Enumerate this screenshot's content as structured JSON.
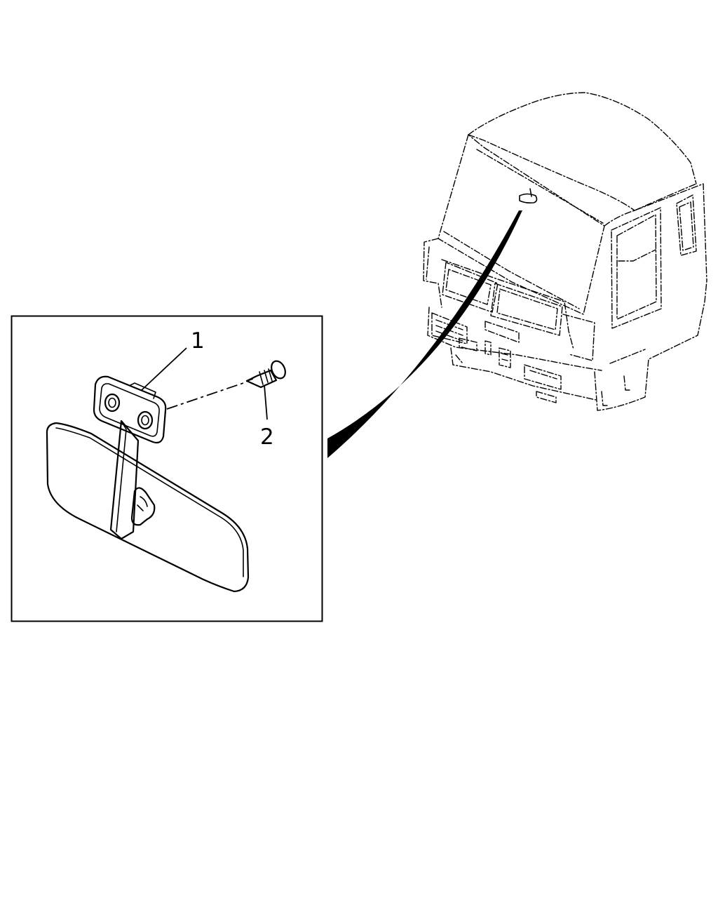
{
  "callouts": [
    {
      "label": "1",
      "part": "inside-mirror-assembly"
    },
    {
      "label": "2",
      "part": "mounting-screw"
    }
  ],
  "colors": {
    "line": "#000000",
    "background": "#ffffff"
  }
}
